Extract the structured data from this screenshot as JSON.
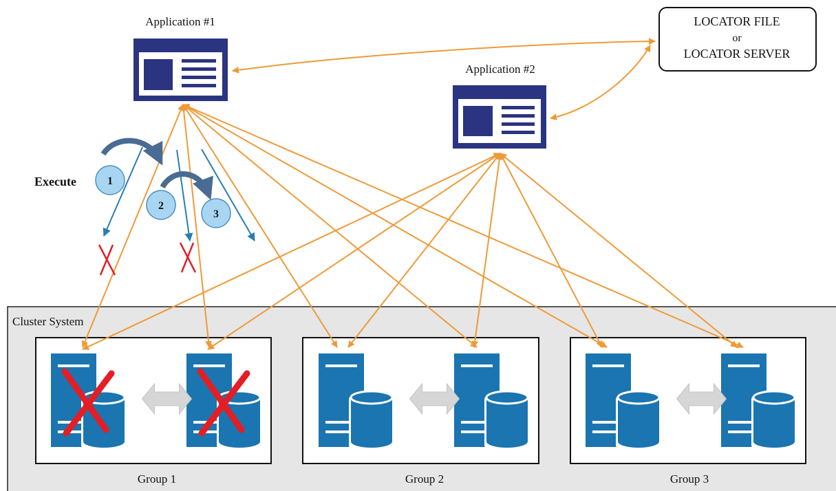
{
  "applications": [
    {
      "label": "Application #1"
    },
    {
      "label": "Application #2"
    }
  ],
  "locator": {
    "line1": "LOCATOR FILE",
    "line2": "or",
    "line3": "LOCATOR SERVER"
  },
  "execute": {
    "label": "Execute",
    "steps": [
      "1",
      "2",
      "3"
    ]
  },
  "cluster": {
    "label": "Cluster System"
  },
  "groups": [
    {
      "label": "Group 1",
      "servers": [
        {
          "failed": true
        },
        {
          "failed": true
        }
      ]
    },
    {
      "label": "Group 2",
      "servers": [
        {
          "failed": false
        },
        {
          "failed": false
        }
      ]
    },
    {
      "label": "Group 3",
      "servers": [
        {
          "failed": false
        },
        {
          "failed": false
        }
      ]
    }
  ],
  "colors": {
    "connection": "#ef9a37",
    "execute_arrow": "#2a7cb5",
    "curved_arrow": "#4a6c94",
    "app_window": "#2b3481",
    "server": "#1a75b0",
    "failure_mark": "#e41e24",
    "step_circle_fill": "#a8d6f2",
    "cluster_bg": "#e6e6e6",
    "sync_arrow": "#d6d6d6"
  }
}
